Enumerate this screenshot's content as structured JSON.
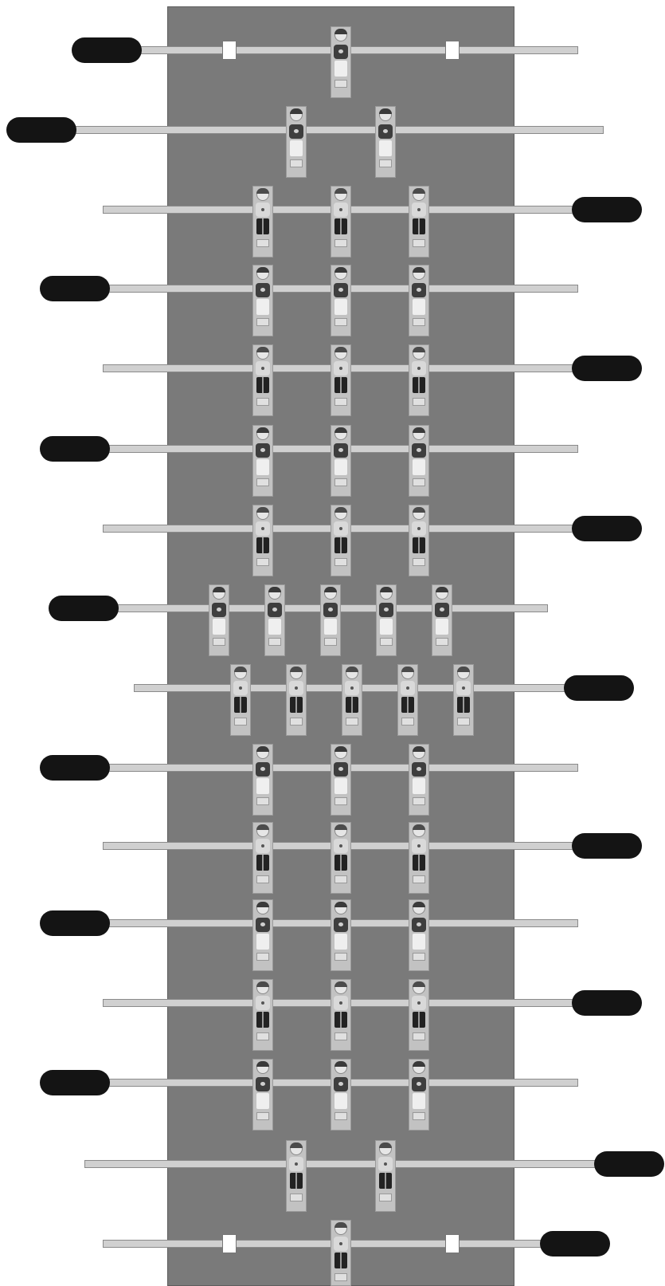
{
  "game": "foosball",
  "colors": {
    "field": "#7a7a7a",
    "rod": "#d0d0d0",
    "handle": "#141414",
    "bumper": "#ffffff",
    "teamA_shirt": "#3e3e3e",
    "teamB_shorts": "#222222"
  },
  "rods": [
    {
      "id": "rod-01",
      "team": "A",
      "players": 1,
      "handle_side": "left"
    },
    {
      "id": "rod-02",
      "team": "A",
      "players": 2,
      "handle_side": "left"
    },
    {
      "id": "rod-03",
      "team": "B",
      "players": 3,
      "handle_side": "right"
    },
    {
      "id": "rod-04",
      "team": "A",
      "players": 3,
      "handle_side": "left"
    },
    {
      "id": "rod-05",
      "team": "B",
      "players": 3,
      "handle_side": "right"
    },
    {
      "id": "rod-06",
      "team": "A",
      "players": 3,
      "handle_side": "left"
    },
    {
      "id": "rod-07",
      "team": "B",
      "players": 3,
      "handle_side": "right"
    },
    {
      "id": "rod-08",
      "team": "A",
      "players": 5,
      "handle_side": "left"
    },
    {
      "id": "rod-09",
      "team": "B",
      "players": 5,
      "handle_side": "right"
    },
    {
      "id": "rod-10",
      "team": "A",
      "players": 3,
      "handle_side": "left"
    },
    {
      "id": "rod-11",
      "team": "B",
      "players": 3,
      "handle_side": "right"
    },
    {
      "id": "rod-12",
      "team": "A",
      "players": 3,
      "handle_side": "left"
    },
    {
      "id": "rod-13",
      "team": "B",
      "players": 3,
      "handle_side": "right"
    },
    {
      "id": "rod-14",
      "team": "A",
      "players": 3,
      "handle_side": "left"
    },
    {
      "id": "rod-15",
      "team": "B",
      "players": 2,
      "handle_side": "right"
    },
    {
      "id": "rod-16",
      "team": "B",
      "players": 1,
      "handle_side": "right"
    }
  ]
}
